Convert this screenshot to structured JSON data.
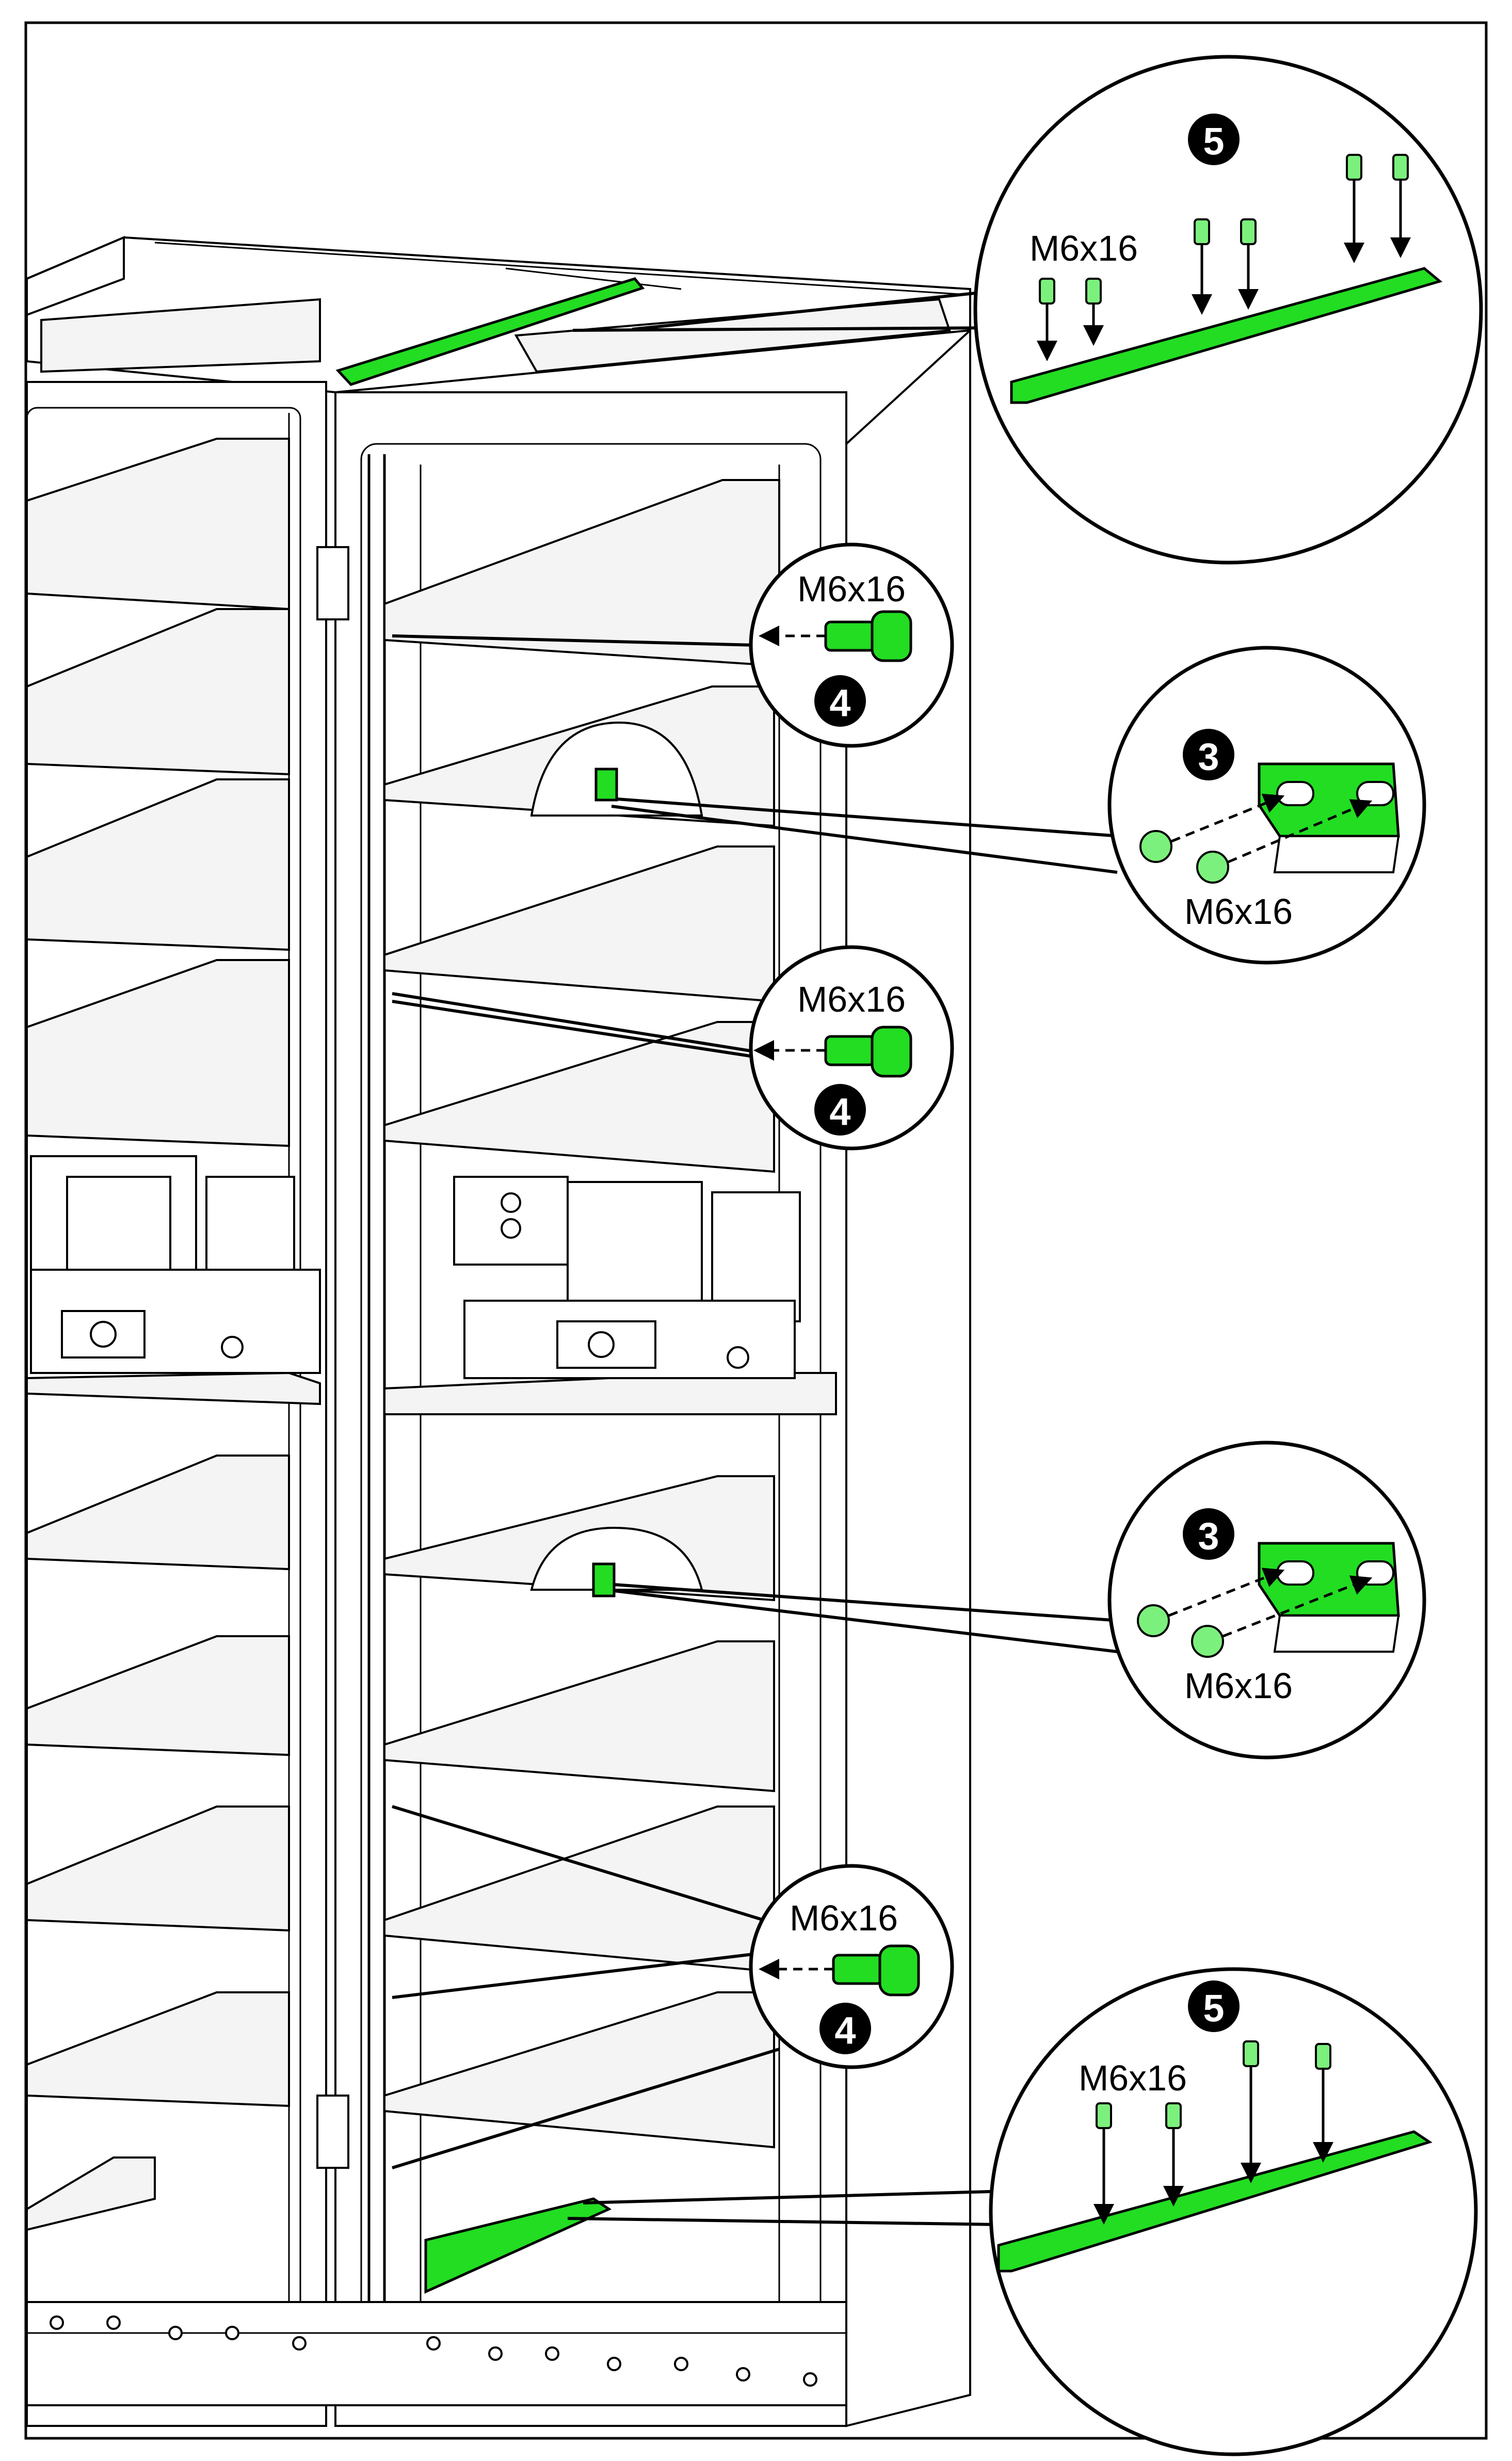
{
  "callouts": [
    {
      "id": "top-rail",
      "step": "5",
      "screw": "M6x16"
    },
    {
      "id": "joint-upper",
      "step": "4",
      "screw": "M6x16"
    },
    {
      "id": "bracket-upper",
      "step": "3",
      "screw": "M6x16"
    },
    {
      "id": "joint-middle",
      "step": "4",
      "screw": "M6x16"
    },
    {
      "id": "bracket-lower",
      "step": "3",
      "screw": "M6x16"
    },
    {
      "id": "joint-lower",
      "step": "4",
      "screw": "M6x16"
    },
    {
      "id": "bottom-rail",
      "step": "5",
      "screw": "M6x16"
    }
  ],
  "colors": {
    "highlight": "#22dd22",
    "line": "#000000",
    "background": "#ffffff"
  }
}
